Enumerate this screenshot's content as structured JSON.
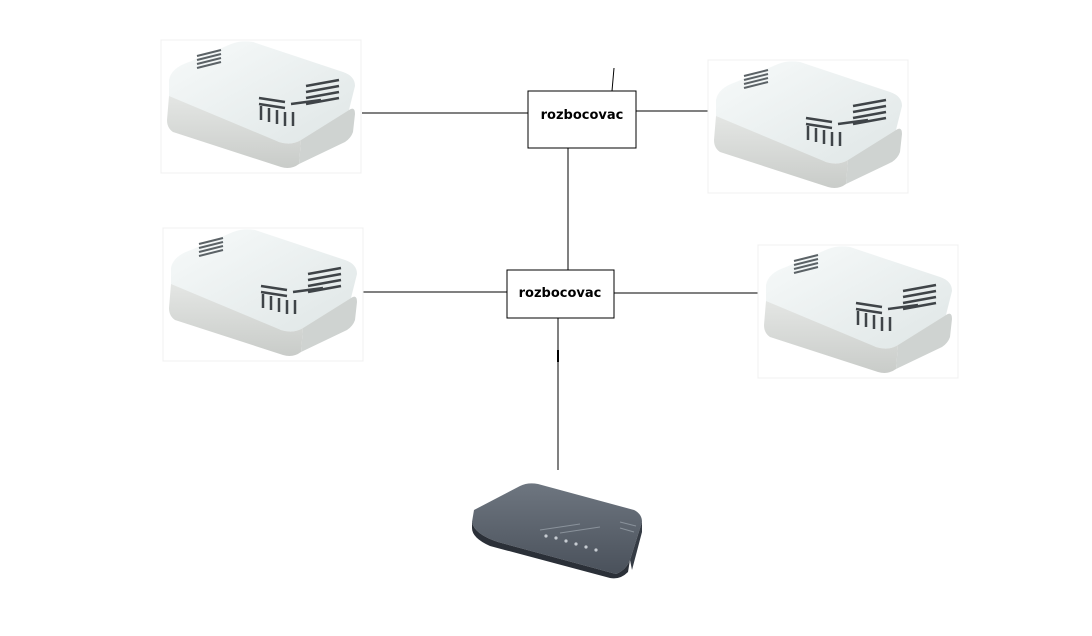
{
  "diagram": {
    "splitters": [
      {
        "id": "splitter-top",
        "label": "rozbocovac"
      },
      {
        "id": "splitter-middle",
        "label": "rozbocovac"
      }
    ],
    "devices": [
      {
        "id": "modem-top-left",
        "kind": "white-modem"
      },
      {
        "id": "modem-top-right",
        "kind": "white-modem"
      },
      {
        "id": "modem-middle-left",
        "kind": "white-modem"
      },
      {
        "id": "modem-middle-right",
        "kind": "white-modem"
      },
      {
        "id": "router-bottom",
        "kind": "dark-router"
      }
    ],
    "colors": {
      "line": "#000000",
      "box_border": "#000000",
      "modem_body": "#eef2f2",
      "router_body": "#4d5560"
    }
  }
}
